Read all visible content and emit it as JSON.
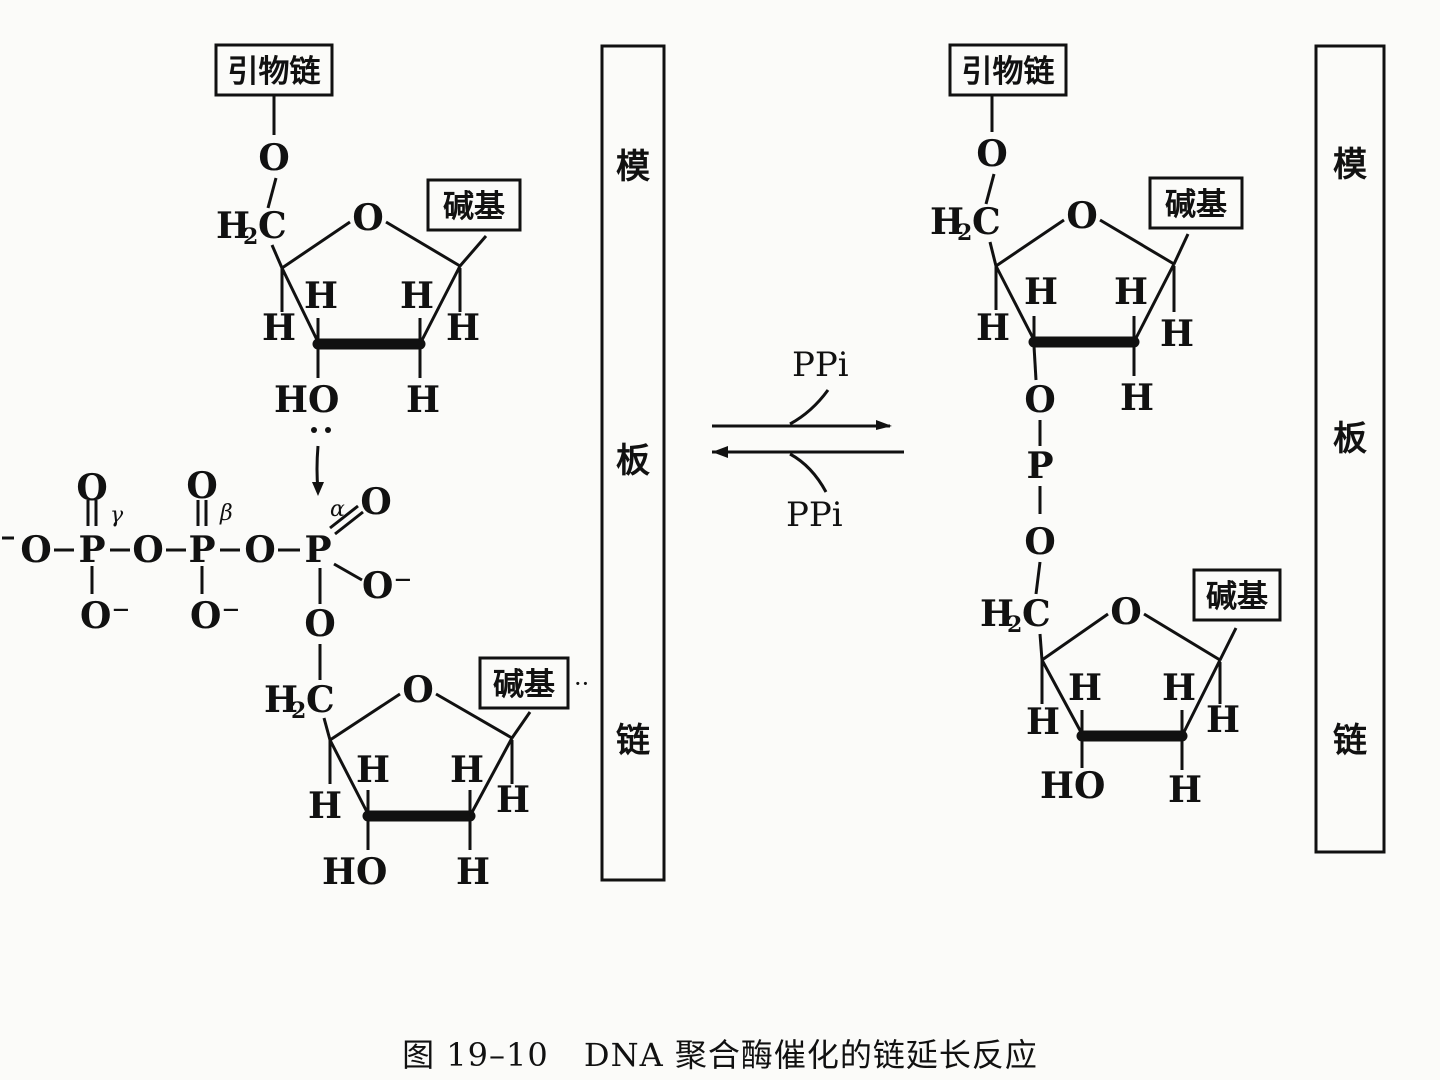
{
  "labels": {
    "primer_chain": "引物链",
    "base": "碱基",
    "template_chars": [
      "模",
      "板",
      "链"
    ],
    "ppi": "PPi",
    "atoms": {
      "O": "O",
      "C": "C",
      "H": "H",
      "HO": "HO",
      "P": "P",
      "O_minus": "O⁻",
      "minus": "⁻"
    },
    "phosphate_greek": {
      "alpha": "α",
      "beta": "β",
      "gamma": "γ"
    }
  },
  "caption": {
    "figure_no": "图 19–10",
    "title": "DNA 聚合酶催化的链延长反应"
  }
}
